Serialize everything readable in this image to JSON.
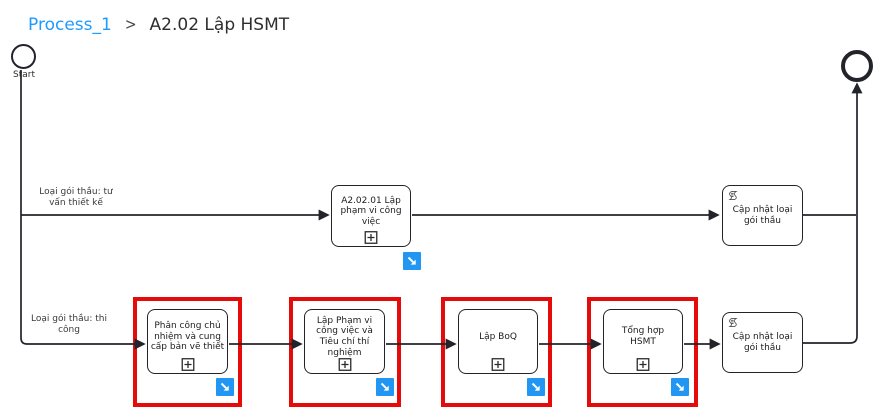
{
  "breadcrumb": {
    "process_link": "Process_1",
    "separator": ">",
    "current_page": "A2.02 Lập HSMT"
  },
  "colors": {
    "highlight_red": "#e60b0b",
    "drilldown_blue": "#2196f3",
    "link_blue": "#1e9bff",
    "stroke_dark": "#22242a"
  },
  "diagram": {
    "start_event_label": "Start",
    "flow_label_top": "Loại gói thầu: tư vấn thiết kế",
    "flow_label_bottom": "Loại gói thầu: thi công",
    "tasks": {
      "a20201": "A2.02.01 Lập phạm vi công việc",
      "update_top": "Cập nhật loại gói thầu",
      "phan_cong": "Phân công chủ nhiệm và cung cấp bản vẽ thiết",
      "lap_pham_vi": "Lập Phạm vi công việc và Tiêu chí thí nghiệm",
      "lap_boq": "Lập BoQ",
      "tong_hop": "Tổng hợp HSMT",
      "update_bottom": "Cập nhật loại gói thầu"
    }
  }
}
